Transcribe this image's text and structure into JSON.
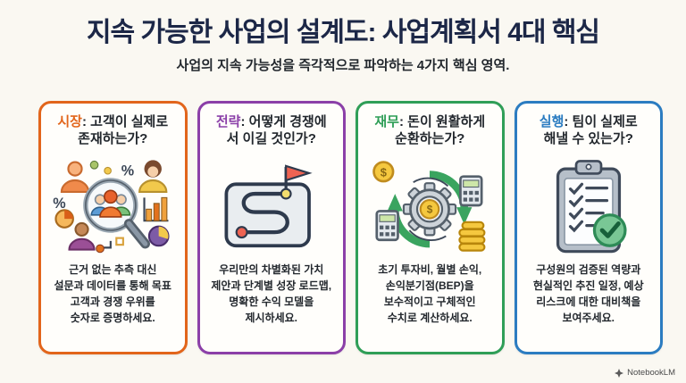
{
  "header": {
    "title": "지속 가능한 사업의 설계도: 사업계획서 4대 핵심",
    "subtitle": "사업의 지속 가능성을 즉각적으로 파악하는 4가지 핵심 영역."
  },
  "cards": [
    {
      "accent": "시장",
      "question": ": 고객이 실제로\n존재하는가?",
      "body": "근거 없는 추측 대신\n설문과 데이터를 통해 목표\n고객과 경쟁 우위를\n숫자로 증명하세요.",
      "color": "#e2651b",
      "icon": "market-research-magnifier-icon"
    },
    {
      "accent": "전략",
      "question": ": 어떻게 경쟁에\n서 이길 것인가?",
      "body": "우리만의 차별화된 가치\n제안과 단계별 성장 로드맵,\n명확한 수익 모델을\n제시하세요.",
      "color": "#8b3fa8",
      "icon": "strategy-roadmap-icon"
    },
    {
      "accent": "재무",
      "question": ": 돈이 원활하게\n순환하는가?",
      "body": "초기 투자비, 월별 손익,\n손익분기점(BEP)을\n보수적이고 구체적인\n수치로 계산하세요.",
      "color": "#2f9e57",
      "icon": "finance-cycle-icon"
    },
    {
      "accent": "실행",
      "question": ": 팀이 실제로\n해낼 수 있는가?",
      "body": "구성원의 검증된 역량과\n현실적인 추진 일정, 예상\n리스크에 대한 대비책을\n보여주세요.",
      "color": "#2b7cc1",
      "icon": "execution-checklist-icon"
    }
  ],
  "footer": {
    "brand": "NotebookLM"
  },
  "colors": {
    "background": "#faf8f2",
    "title": "#1c2747",
    "body_text": "#23282e"
  }
}
